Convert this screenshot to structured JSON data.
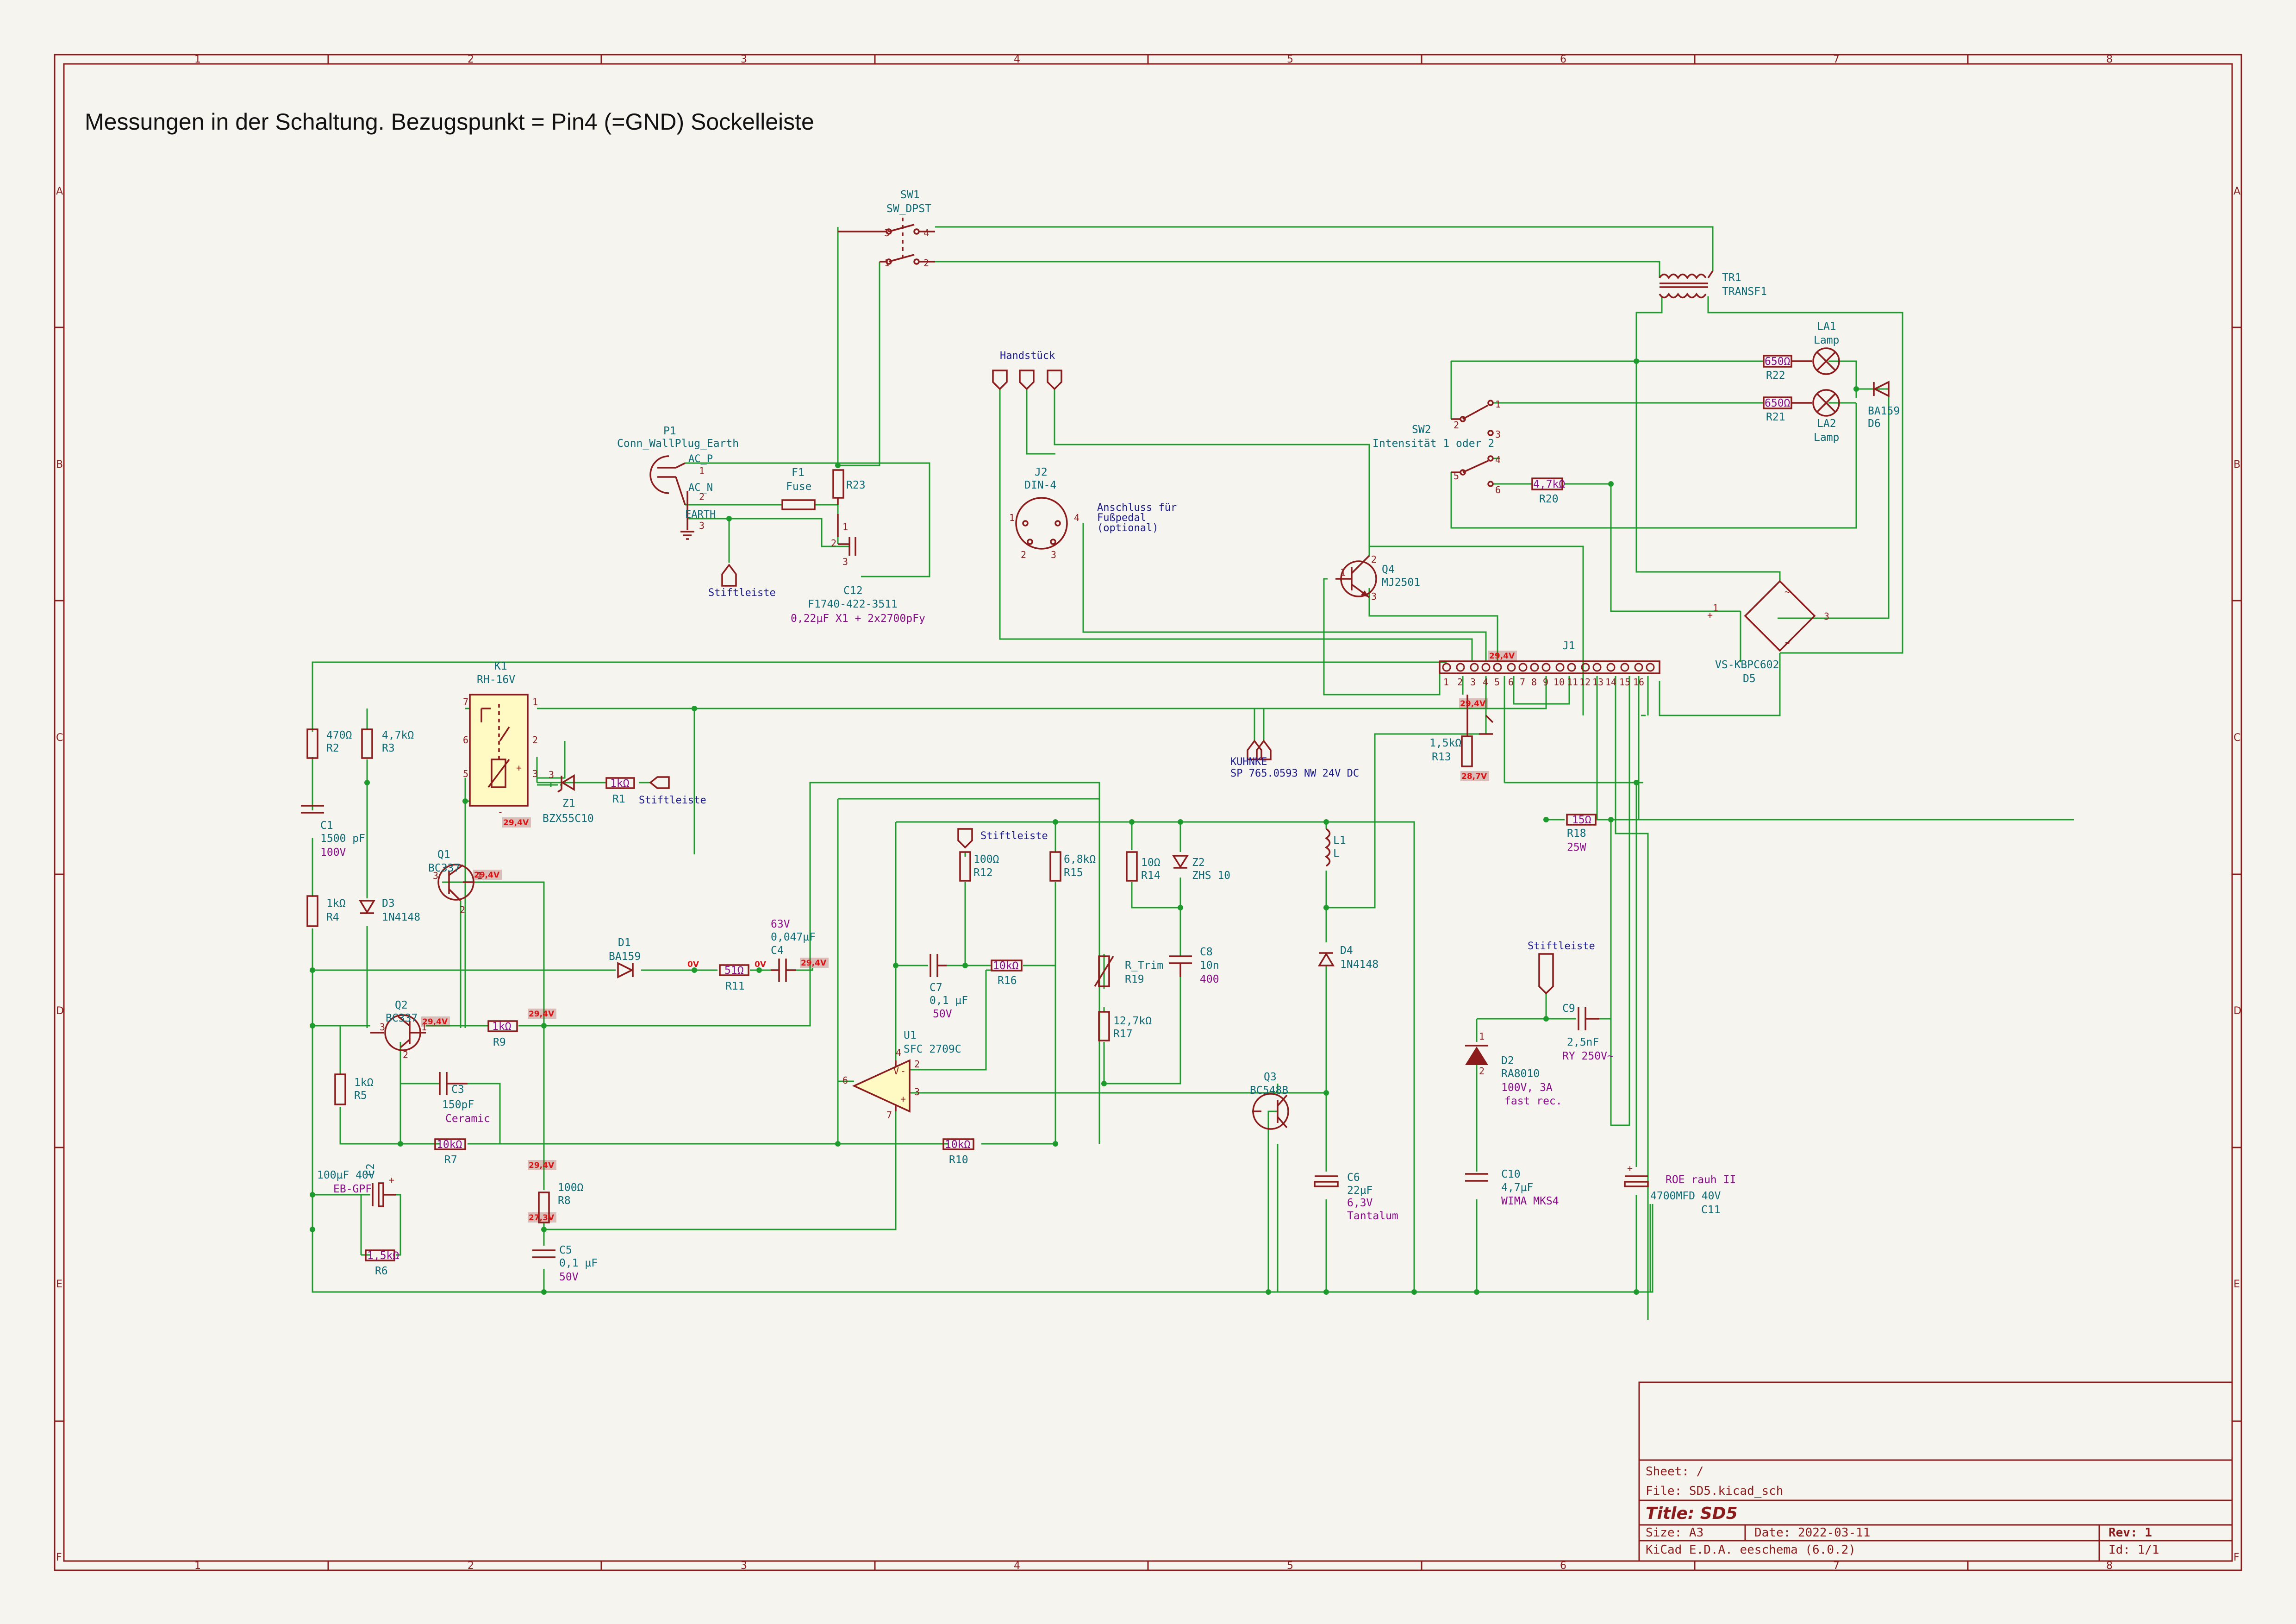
{
  "note": "Messungen in der Schaltung. Bezugspunkt = Pin4 (=GND) Sockelleiste",
  "grid": {
    "columns": [
      "1",
      "2",
      "3",
      "4",
      "5",
      "6",
      "7",
      "8"
    ],
    "rows": [
      "A",
      "B",
      "C",
      "D",
      "E",
      "F"
    ]
  },
  "title_block": {
    "sheet": "Sheet: /",
    "file": "File: SD5.kicad_sch",
    "title": "Title: SD5",
    "size": "Size: A3",
    "date": "Date: 2022-03-11",
    "rev": "Rev: 1",
    "tool": "KiCad E.D.A.  eeschema (6.0.2)",
    "id": "Id: 1/1"
  },
  "labels": {
    "handstueck": "Handstück",
    "anschluss": [
      "Anschluss für",
      "Fußpedal",
      "(optional)"
    ],
    "stiftleiste": "Stiftleiste",
    "kuhnke": "KUHNKE",
    "kuhnke_sp": "SP 765.0593 NW 24V DC"
  },
  "components": {
    "SW1": {
      "ref": "SW1",
      "val": "SW_DPST"
    },
    "TR1": {
      "ref": "TR1",
      "val": "TRANSF1"
    },
    "LA1": {
      "ref": "LA1",
      "val": "Lamp"
    },
    "LA2": {
      "ref": "LA2",
      "val": "Lamp"
    },
    "R22": {
      "ref": "R22",
      "val": "650Ω"
    },
    "R21": {
      "ref": "R21",
      "val": "650Ω"
    },
    "D6": {
      "ref": "D6",
      "val": "BA159"
    },
    "SW2": {
      "ref": "SW2",
      "val": "Intensität 1 oder 2"
    },
    "R20": {
      "ref": "R20",
      "val": "4,7kΩ"
    },
    "P1": {
      "ref": "P1",
      "val": "Conn_WallPlug_Earth",
      "pins": [
        "AC_P",
        "AC_N",
        "EARTH"
      ]
    },
    "F1": {
      "ref": "F1",
      "val": "Fuse"
    },
    "R23": {
      "ref": "R23",
      "val": ""
    },
    "C12": {
      "ref": "C12",
      "val": "F1740-422-3511",
      "fld": "0,22µF X1 + 2x2700pFy"
    },
    "J2": {
      "ref": "J2",
      "val": "DIN-4"
    },
    "Q4": {
      "ref": "Q4",
      "val": "MJ2501"
    },
    "D5": {
      "ref": "D5",
      "val": "VS-KBPC602"
    },
    "J1": {
      "ref": "J1",
      "val": ""
    },
    "K1": {
      "ref": "K1",
      "val": "RH-16V"
    },
    "R2": {
      "ref": "R2",
      "val": "470Ω"
    },
    "R3": {
      "ref": "R3",
      "val": "4,7kΩ"
    },
    "C1": {
      "ref": "C1",
      "val": "1500 pF",
      "fld": "100V"
    },
    "Z1": {
      "ref": "Z1",
      "val": "BZX55C10"
    },
    "R1": {
      "ref": "R1",
      "val": "1kΩ"
    },
    "R13": {
      "ref": "R13",
      "val": "1,5kΩ"
    },
    "Q1": {
      "ref": "Q1",
      "val": "BC337"
    },
    "R4": {
      "ref": "R4",
      "val": "1kΩ"
    },
    "D3": {
      "ref": "D3",
      "val": "1N4148"
    },
    "D1": {
      "ref": "D1",
      "val": "BA159"
    },
    "R11": {
      "ref": "R11",
      "val": "51Ω"
    },
    "C4": {
      "ref": "C4",
      "val": "0,047µF",
      "fld": "63V"
    },
    "Q2": {
      "ref": "Q2",
      "val": "BC337"
    },
    "R9": {
      "ref": "R9",
      "val": "1kΩ"
    },
    "R5": {
      "ref": "R5",
      "val": "1kΩ"
    },
    "C3": {
      "ref": "C3",
      "val": "150pF",
      "fld": "Ceramic"
    },
    "R7": {
      "ref": "R7",
      "val": "10kΩ"
    },
    "C2": {
      "ref": "C2",
      "val": "100µF 40V",
      "fld": "EB-GPF"
    },
    "R6": {
      "ref": "R6",
      "val": "1,5kΩ"
    },
    "R8": {
      "ref": "R8",
      "val": "100Ω"
    },
    "C5": {
      "ref": "C5",
      "val": "0,1 µF",
      "fld": "50V"
    },
    "R12": {
      "ref": "R12",
      "val": "100Ω"
    },
    "R15": {
      "ref": "R15",
      "val": "6,8kΩ"
    },
    "C7": {
      "ref": "C7",
      "val": "0,1 µF",
      "fld": "50V"
    },
    "R16": {
      "ref": "R16",
      "val": "10kΩ"
    },
    "U1": {
      "ref": "U1",
      "val": "SFC 2709C"
    },
    "R10": {
      "ref": "R10",
      "val": "10kΩ"
    },
    "R14": {
      "ref": "R14",
      "val": "10Ω"
    },
    "Z2": {
      "ref": "Z2",
      "val": "ZHS 10"
    },
    "R19": {
      "ref": "R19",
      "val": "R_Trim"
    },
    "R17": {
      "ref": "R17",
      "val": "12,7kΩ"
    },
    "C8": {
      "ref": "C8",
      "val": "10n",
      "fld": "400"
    },
    "L1": {
      "ref": "L1",
      "val": "L"
    },
    "D4": {
      "ref": "D4",
      "val": "1N4148"
    },
    "Q3": {
      "ref": "Q3",
      "val": "BC548B"
    },
    "C6": {
      "ref": "C6",
      "val": "22µF",
      "fld": "6,3V",
      "fld2": "Tantalum"
    },
    "R18": {
      "ref": "R18",
      "val": "15Ω",
      "fld": "25W"
    },
    "C9": {
      "ref": "C9",
      "val": "2,5nF",
      "fld": "RY 250V~"
    },
    "D2": {
      "ref": "D2",
      "val": "RA8010",
      "fld": "100V, 3A",
      "fld2": "fast rec."
    },
    "C10": {
      "ref": "C10",
      "val": "4,7µF",
      "fld": "WIMA MKS4"
    },
    "C11": {
      "ref": "C11",
      "val": "4700MFD 40V",
      "fld": "ROE rauh II"
    }
  },
  "measurements": [
    "29,4V",
    "29,4V",
    "29,4V",
    "28,7V",
    "29,4V",
    "29,4V",
    "29,4V",
    "29,4V",
    "0V",
    "0V",
    "29,4V",
    "29,4V",
    "27,3V"
  ]
}
